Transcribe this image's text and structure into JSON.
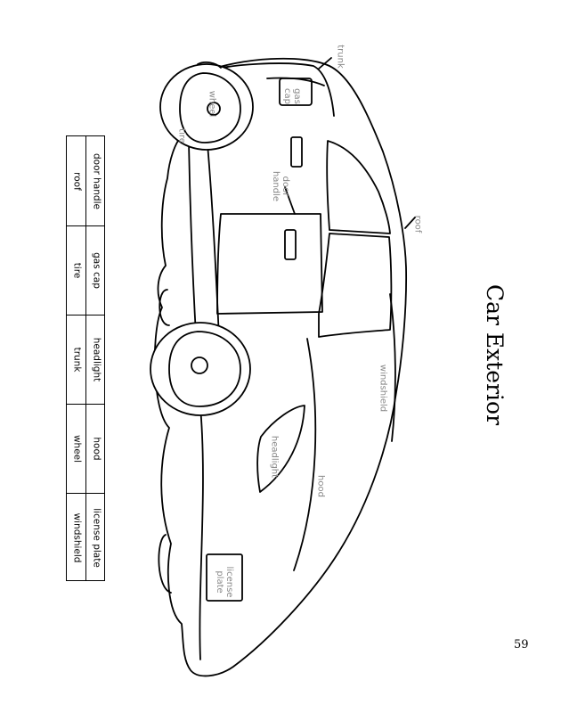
{
  "page": {
    "title": "Car Exterior",
    "page_number": "59"
  },
  "word_bank": {
    "columns": [
      [
        "door handle",
        "gas cap",
        "headlight",
        "hood",
        "license plate"
      ],
      [
        "roof",
        "tire",
        "trunk",
        "wheel",
        "windshield"
      ]
    ]
  },
  "car_labels": {
    "trunk": "trunk",
    "gas_cap_line1": "gas",
    "gas_cap_line2": "cap",
    "wheel": "wheel",
    "tire": "tire",
    "door_handle_line1": "door",
    "door_handle_line2": "handle",
    "roof": "roof",
    "windshield": "windshield",
    "headlight": "headlight",
    "hood": "hood",
    "license_plate_line1": "license",
    "license_plate_line2": "plate"
  }
}
